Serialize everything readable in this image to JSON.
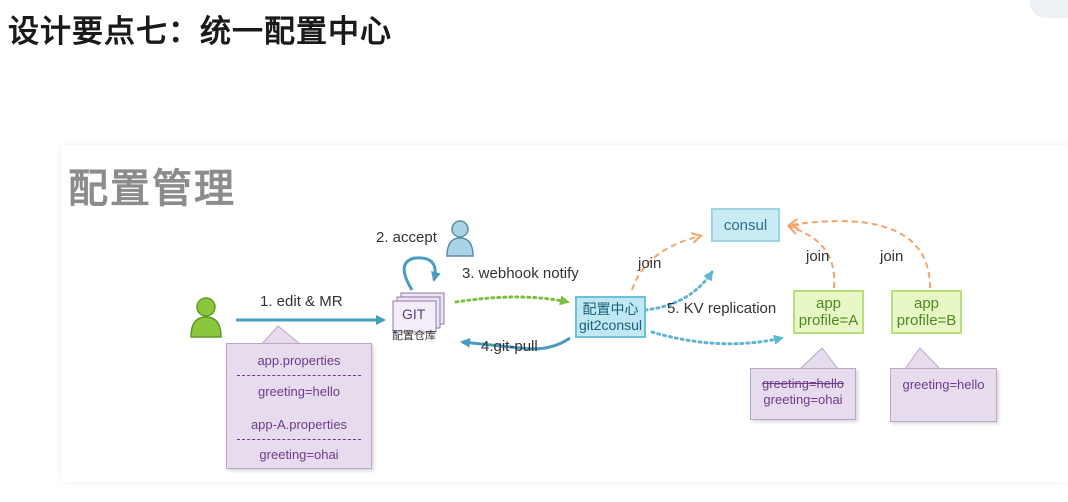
{
  "page": {
    "title": "设计要点七：统一配置中心"
  },
  "slide": {
    "title": "配置管理"
  },
  "steps": {
    "edit": "1. edit & MR",
    "accept": "2. accept",
    "webhook": "3. webhook notify",
    "pull": "4.git-pull",
    "replication": "5. KV replication",
    "join1": "join",
    "join2": "join",
    "join3": "join"
  },
  "git": {
    "label": "GIT",
    "sub": "配置仓库"
  },
  "git2consul": {
    "line1": "配置中心",
    "line2": "git2consul"
  },
  "consul": {
    "label": "consul"
  },
  "apps": [
    {
      "line1": "app",
      "line2": "profile=A"
    },
    {
      "line1": "app",
      "line2": "profile=B"
    }
  ],
  "props": {
    "file1": "app.properties",
    "value1": "greeting=hello",
    "file2": "app-A.properties",
    "value2": "greeting=ohai"
  },
  "notes": {
    "a_old": "greeting=hello",
    "a_new": "greeting=ohai",
    "b": "greeting=hello"
  },
  "colors": {
    "blue_arrow": "#4a9dbf",
    "green_dots": "#7cc043",
    "orange_dash": "#f4a56a",
    "purple_text": "#6b3d8a"
  }
}
